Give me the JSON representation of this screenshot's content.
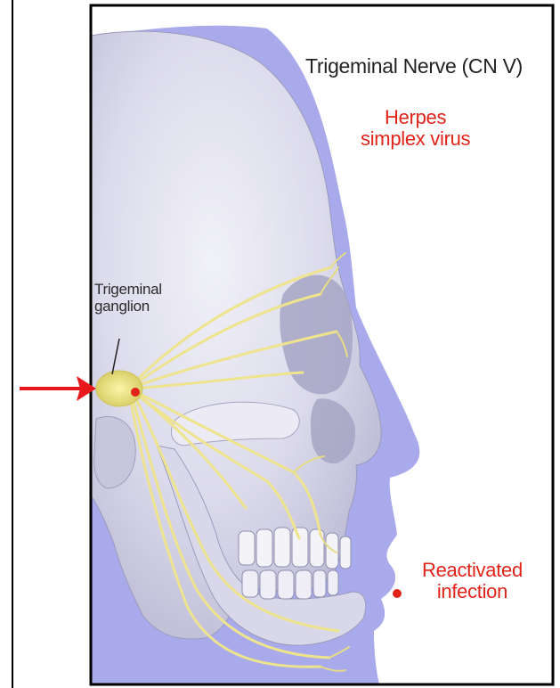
{
  "title": "Trigeminal Nerve (CN V)",
  "virus_label": [
    "Herpes",
    "simplex virus"
  ],
  "ganglion_label": [
    "Trigeminal",
    "ganglion"
  ],
  "infection_label": [
    "Reactivated",
    "infection"
  ],
  "colors": {
    "accent_red": "#e2231a",
    "arrow_red": "#e8171b",
    "nerve_yellow": "#eee48e",
    "skin_lavender": "#a9aaec",
    "bone": "#d4d3e6",
    "frame": "#000000"
  }
}
